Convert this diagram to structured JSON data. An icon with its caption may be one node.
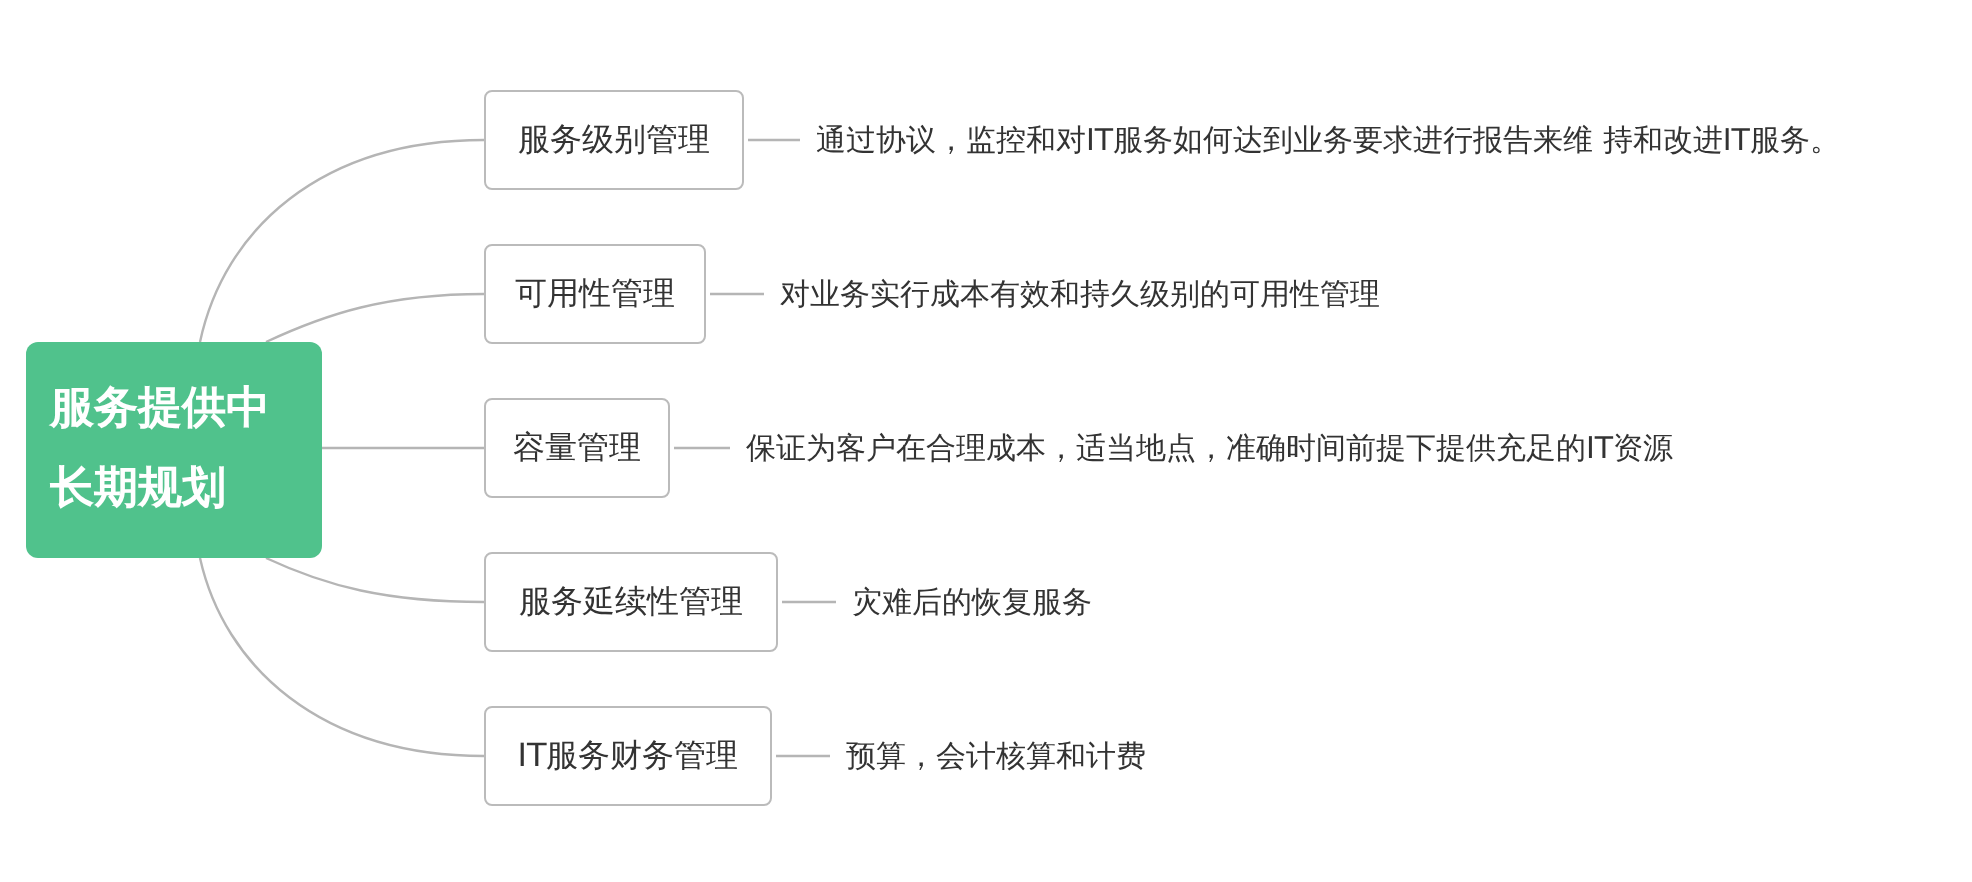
{
  "diagram": {
    "nodes": [
      {
        "text": [
          "服务提供中长期规划"
        ]
      },
      {
        "text": [
          "服务级别管理"
        ]
      },
      {
        "text": [
          "可用性管理"
        ]
      },
      {
        "text": [
          "容量管理"
        ]
      },
      {
        "text": [
          "服务延续性管理"
        ]
      },
      {
        "text": [
          "IT服务财务管理"
        ]
      },
      {
        "text": [
          "通过协议，监控和对IT服务如何达到业务要求进行报告来维 持和改进IT服务。"
        ]
      },
      {
        "text": [
          "对业务实行成本有效和持久级别的可用性管理"
        ]
      },
      {
        "text": [
          "保证为客户在合理成本，适当地点，准确时间前提下提供充足的IT资源"
        ]
      },
      {
        "text": [
          "灾难后的恢复服务"
        ]
      },
      {
        "text": [
          "预算，会计核算和计费"
        ]
      }
    ],
    "edges": [
      {
        "from": 0,
        "to": 1,
        "arrow": "none"
      },
      {
        "from": 0,
        "to": 2,
        "arrow": "none"
      },
      {
        "from": 0,
        "to": 3,
        "arrow": "none"
      },
      {
        "from": 0,
        "to": 4,
        "arrow": "none"
      },
      {
        "from": 0,
        "to": 5,
        "arrow": "none"
      },
      {
        "from": 1,
        "to": 6,
        "arrow": "none"
      },
      {
        "from": 2,
        "to": 7,
        "arrow": "none"
      },
      {
        "from": 3,
        "to": 8,
        "arrow": "none"
      },
      {
        "from": 4,
        "to": 9,
        "arrow": "none"
      },
      {
        "from": 5,
        "to": 10,
        "arrow": "none"
      }
    ]
  }
}
